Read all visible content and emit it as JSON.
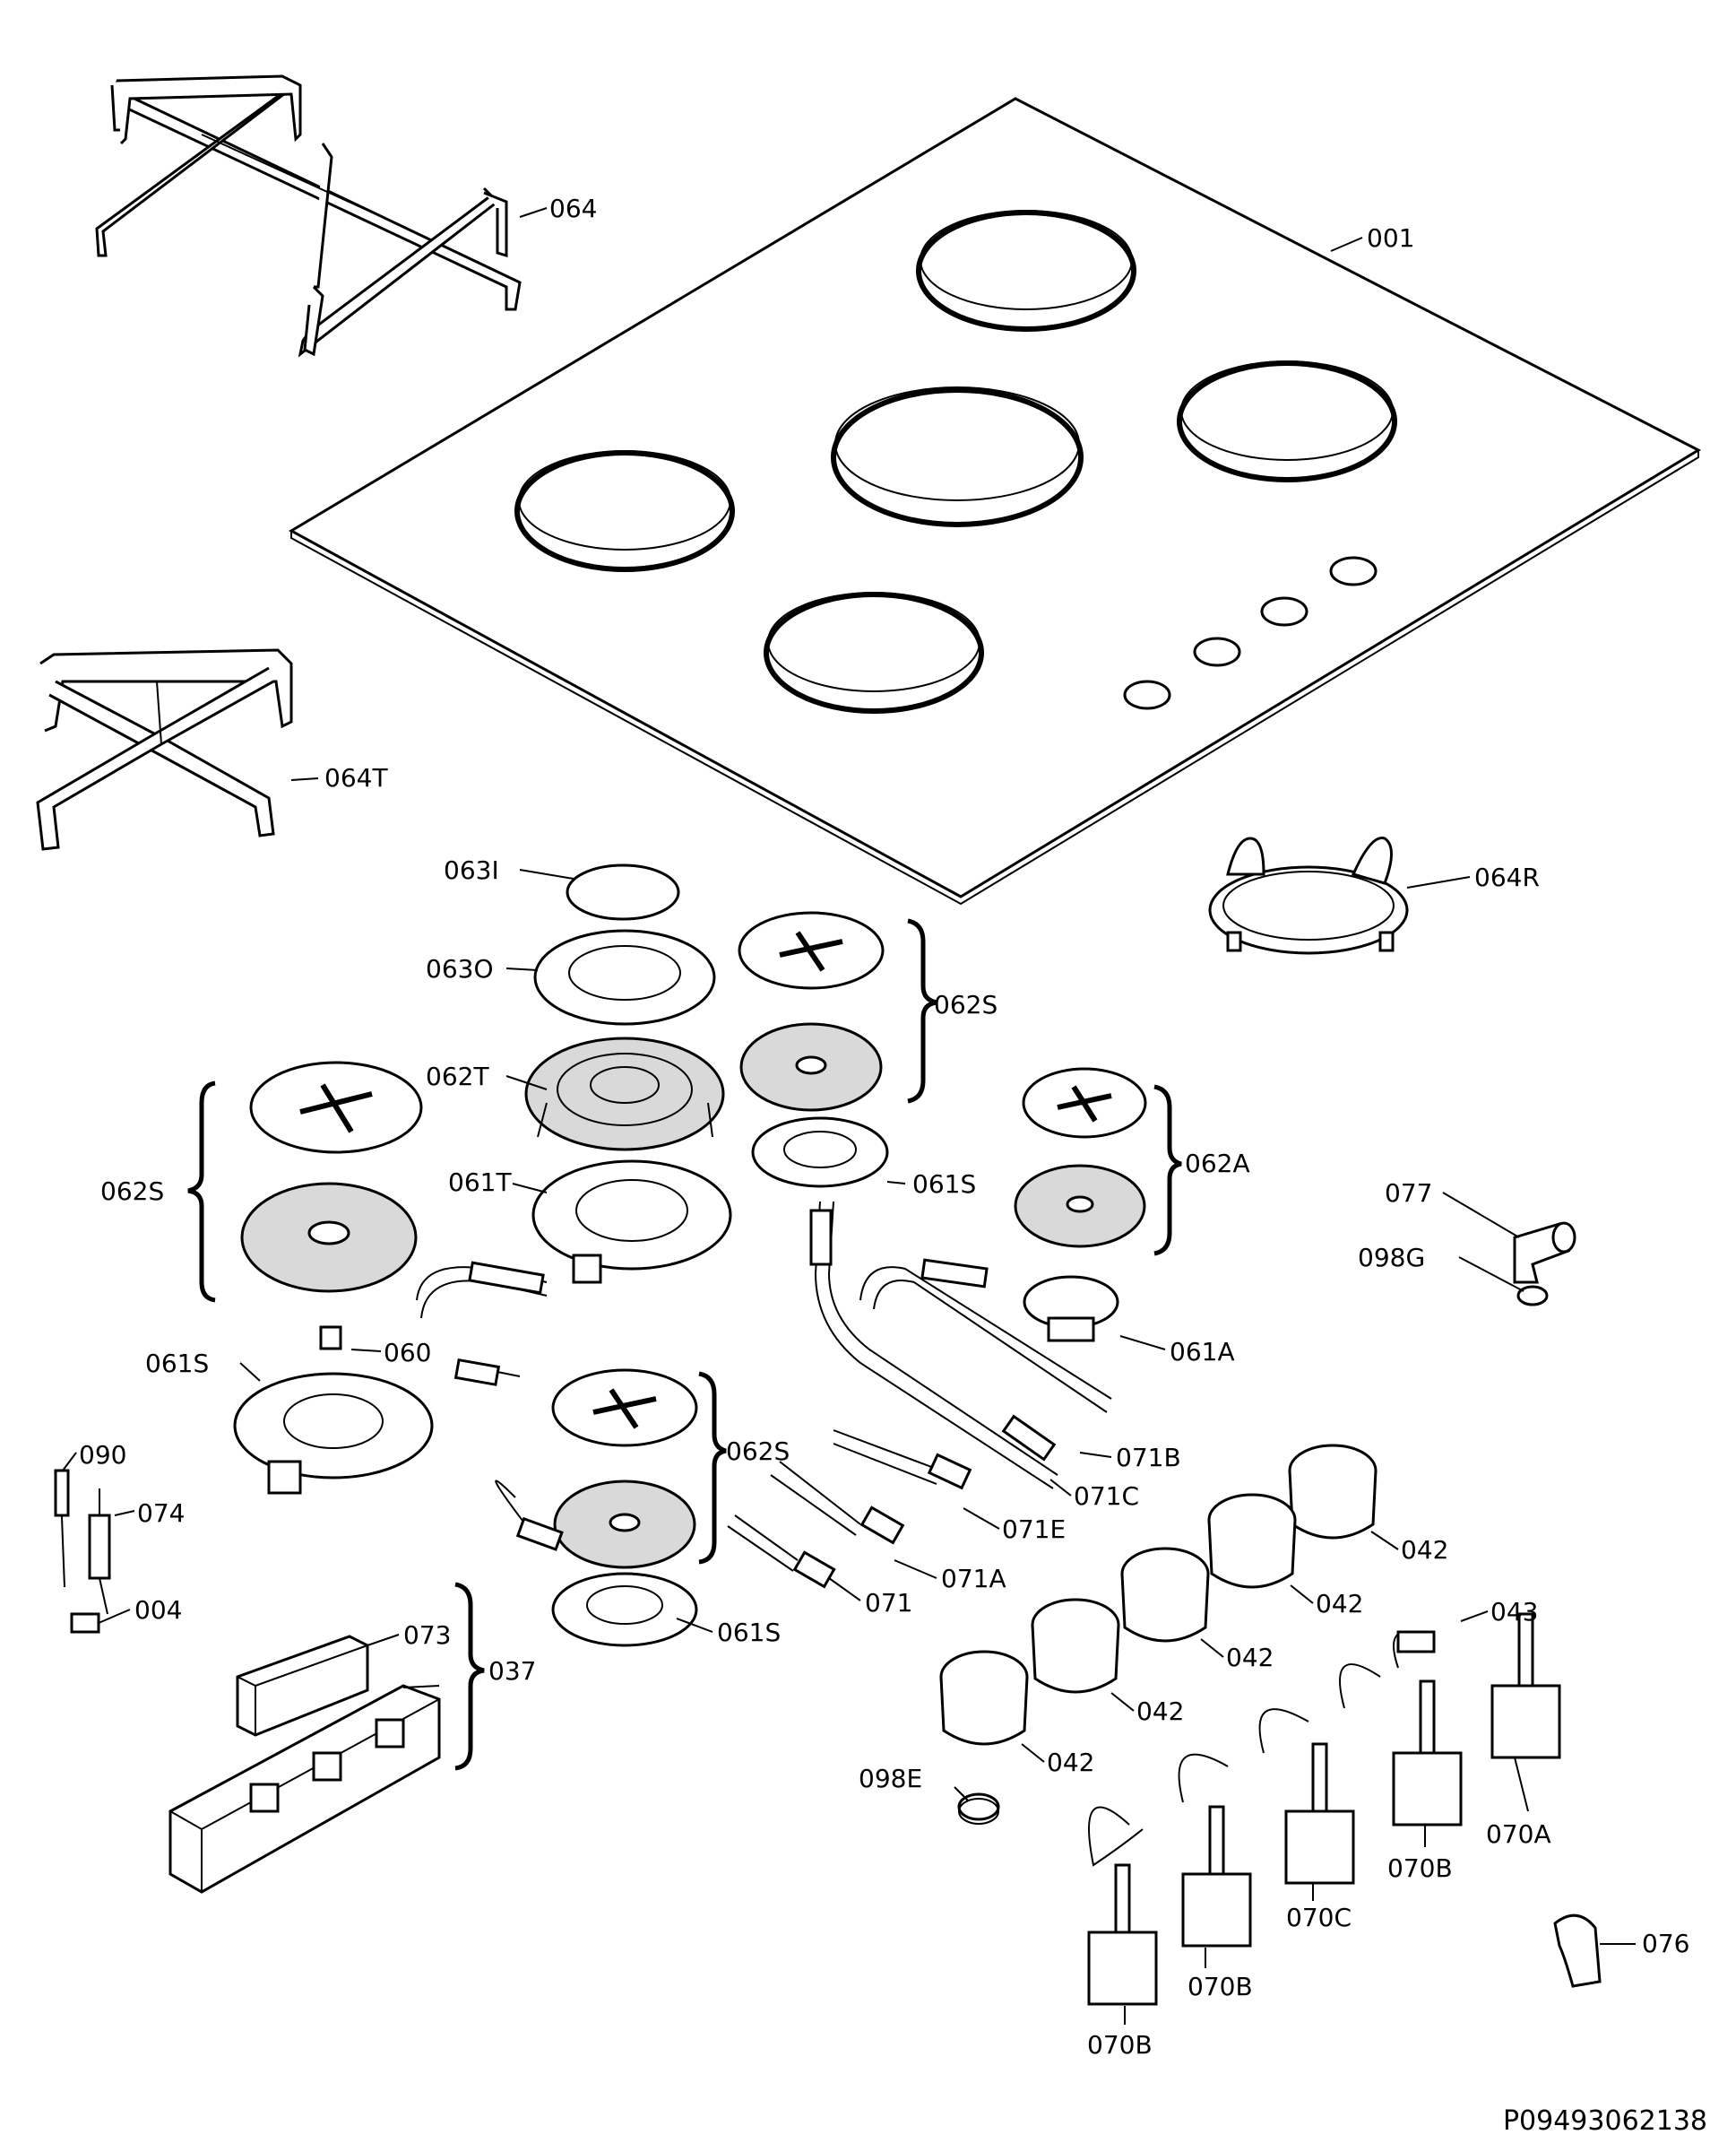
{
  "reference_code": "P09493062138",
  "labels": {
    "l_001": "001",
    "l_064": "064",
    "l_064T": "064T",
    "l_064R": "064R",
    "l_063I": "063I",
    "l_063O": "063O",
    "l_062S_a": "062S",
    "l_062T": "062T",
    "l_062S_b": "062S",
    "l_061T": "061T",
    "l_061S_a": "061S",
    "l_062A": "062A",
    "l_077": "077",
    "l_098G": "098G",
    "l_060": "060",
    "l_061S_b": "061S",
    "l_061A": "061A",
    "l_090": "090",
    "l_062S_c": "062S",
    "l_071B": "071B",
    "l_074": "074",
    "l_071C": "071C",
    "l_071E": "071E",
    "l_004": "004",
    "l_071A": "071A",
    "l_071": "071",
    "l_061S_c": "061S",
    "l_042_a": "042",
    "l_042_b": "042",
    "l_043": "043",
    "l_073": "073",
    "l_037": "037",
    "l_042_c": "042",
    "l_042_d": "042",
    "l_098E": "098E",
    "l_042_e": "042",
    "l_070A": "070A",
    "l_070B_a": "070B",
    "l_070C": "070C",
    "l_076": "076",
    "l_070B_b": "070B",
    "l_070B_c": "070B"
  }
}
